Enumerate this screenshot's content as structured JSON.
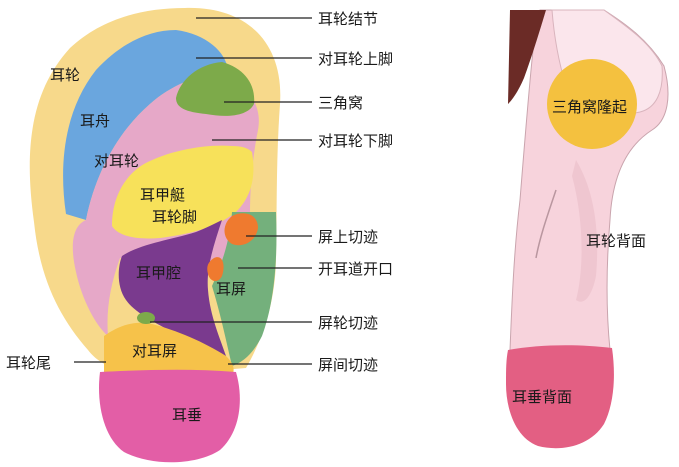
{
  "front_view": {
    "external_labels": {
      "helix_crus_node": "耳轮结节",
      "superior_antihelix_crus": "对耳轮上脚",
      "triangular_fossa": "三角窝",
      "inferior_antihelix_crus": "对耳轮下脚",
      "supratragic_notch": "屏上切迹",
      "external_meatus": "开耳道开口",
      "helix_tragus_notch": "屏轮切迹",
      "intertragic_notch": "屏间切迹",
      "helix_tail": "耳轮尾"
    },
    "internal_labels": {
      "helix": "耳轮",
      "scapha": "耳舟",
      "antihelix": "对耳轮",
      "cymba_conchae": "耳甲艇",
      "crus_of_helix": "耳轮脚",
      "cavum_conchae": "耳甲腔",
      "tragus": "耳屏",
      "antitragus": "对耳屏",
      "lobule": "耳垂"
    }
  },
  "back_view": {
    "labels": {
      "triangular_eminence": "三角窝隆起",
      "back_of_helix": "耳轮背面",
      "back_of_lobule": "耳垂背面"
    }
  },
  "colors": {
    "helix": "#f7d98b",
    "scapha": "#6aa6de",
    "antihelix": "#e6a8c8",
    "triangular_fossa": "#7daa4a",
    "cymba_conchae": "#f7e15a",
    "cavum_conchae": "#7a3a8e",
    "tragus": "#74b07c",
    "antitragus": "#f6c24a",
    "lobule": "#e35ea6",
    "notch": "#ef7a2f",
    "back_skin": "#f7d3dc",
    "back_dark": "#6b2b26",
    "eminence": "#f4c13f",
    "back_lobule": "#e35f83"
  }
}
